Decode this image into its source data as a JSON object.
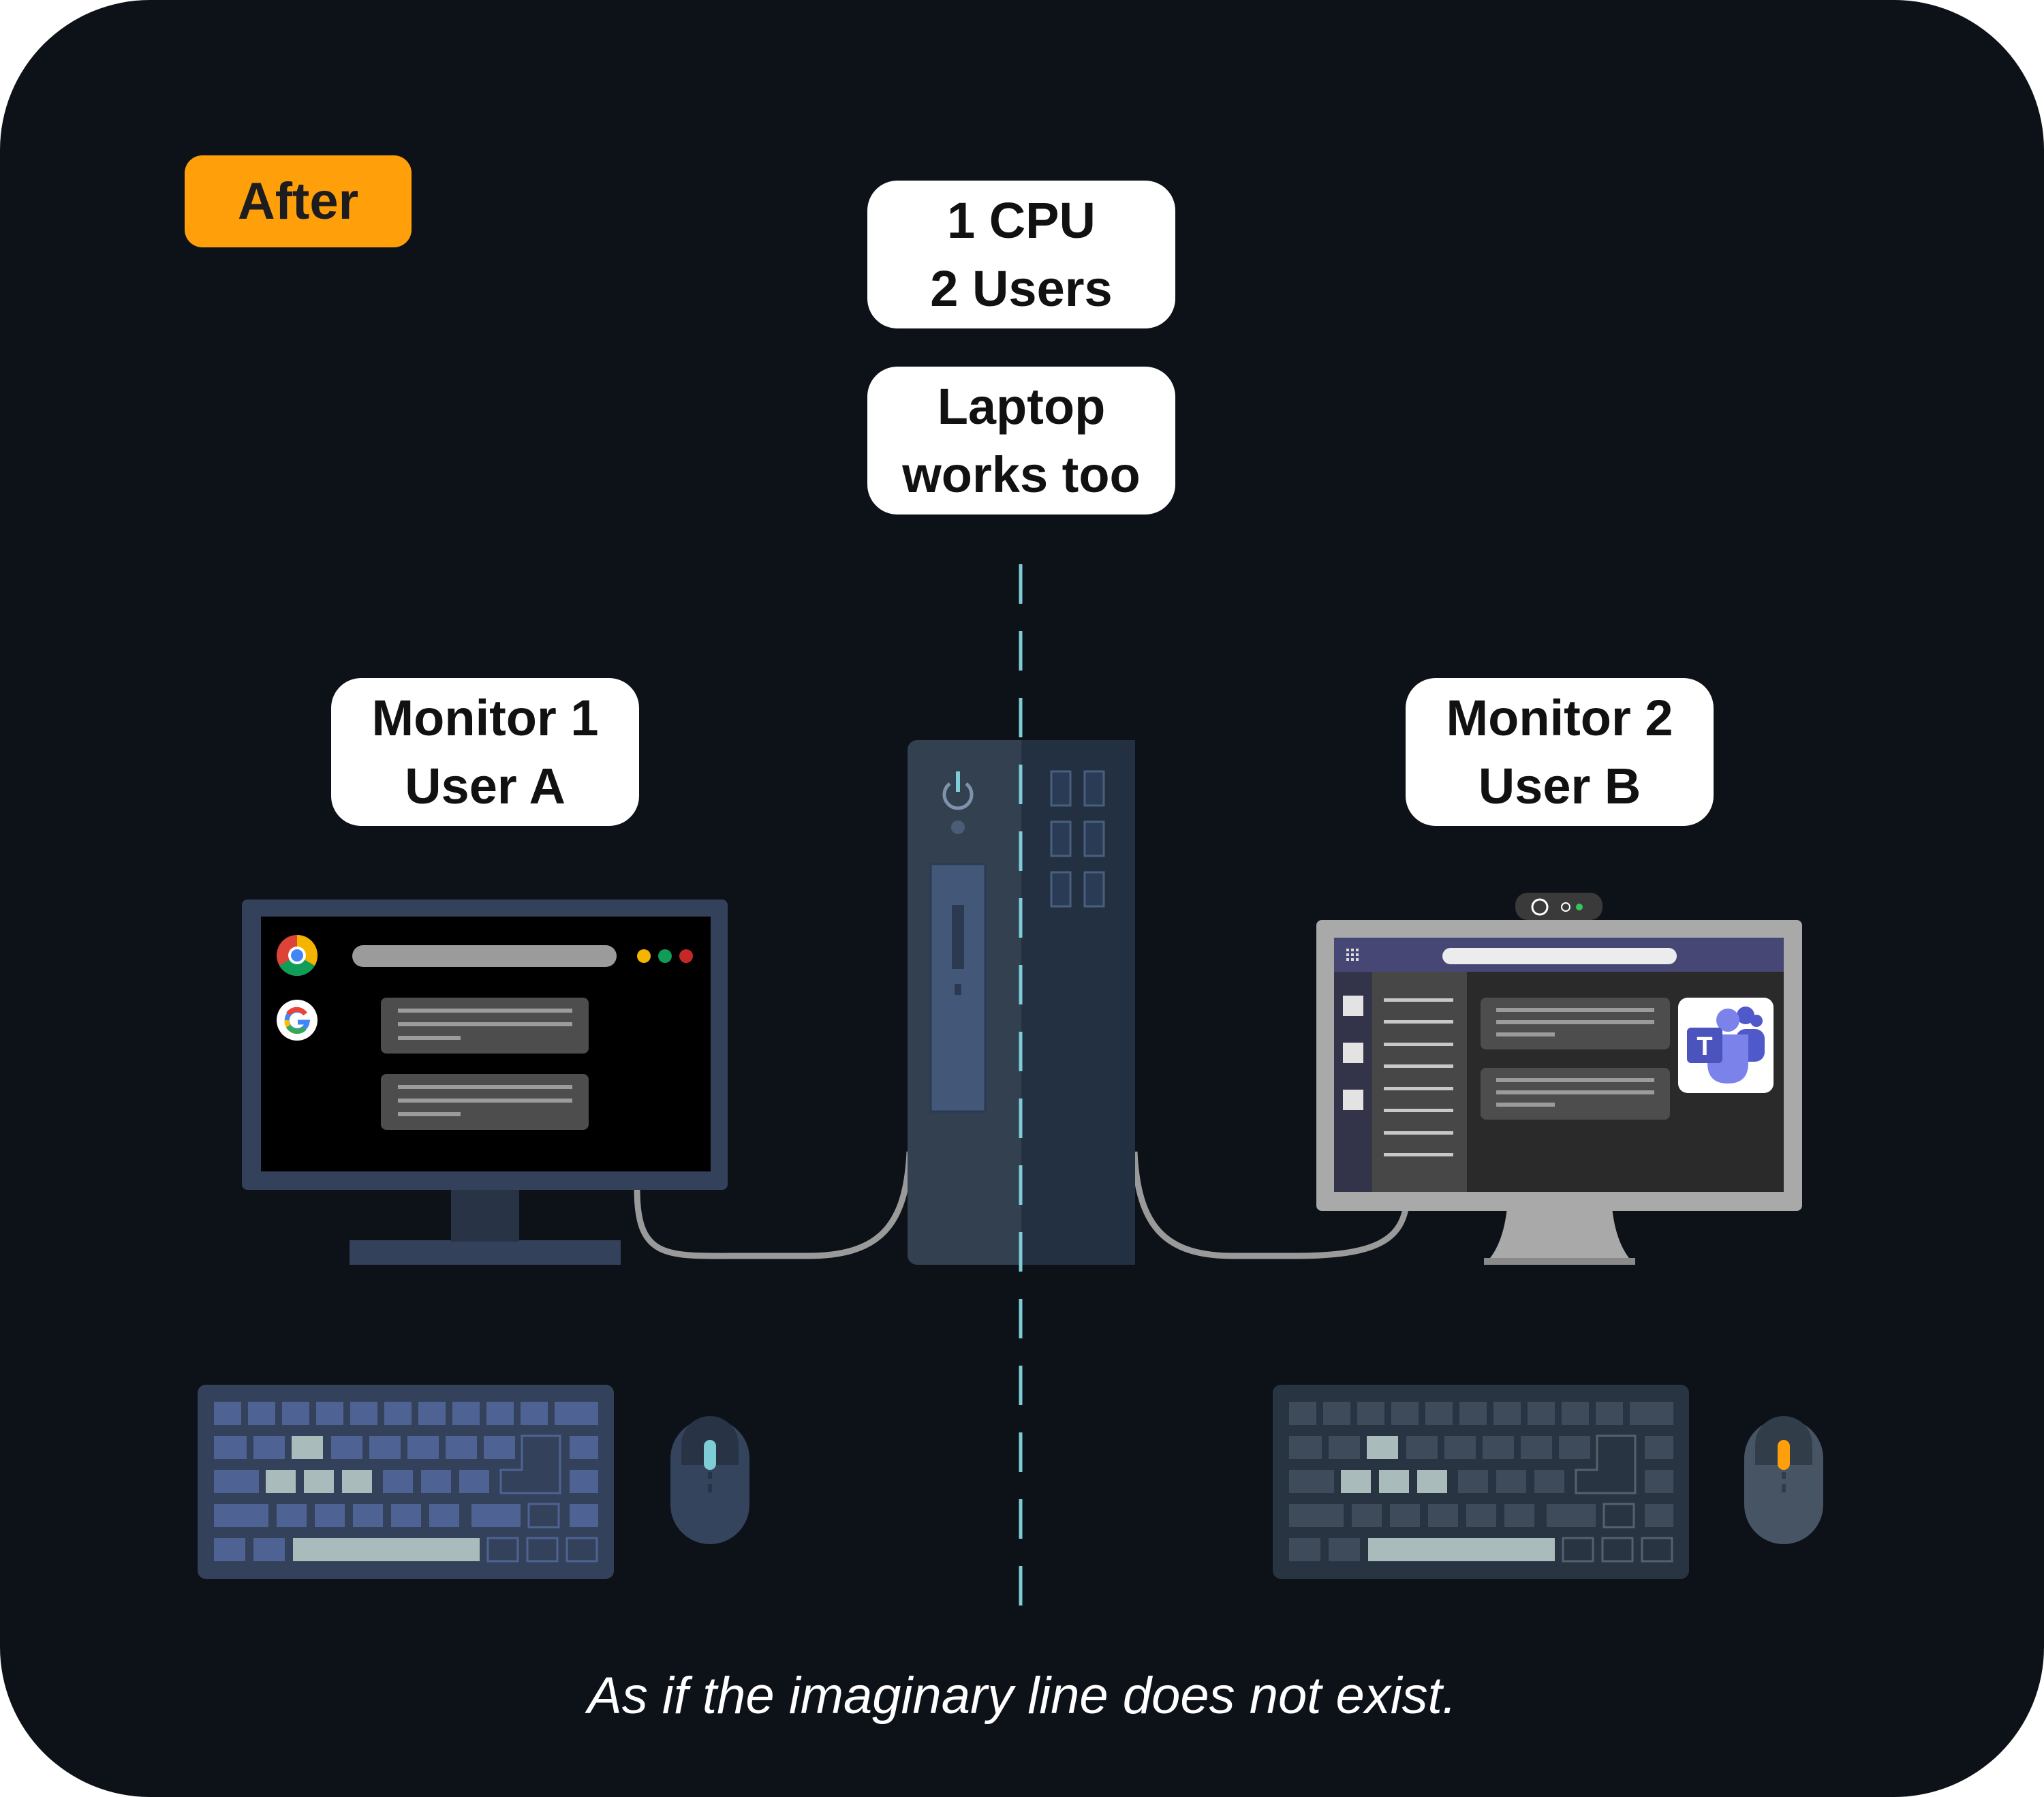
{
  "badge": {
    "label": "After",
    "color": "#ff9f0a"
  },
  "labels": {
    "cpu": {
      "line1": "1 CPU",
      "line2": "2 Users"
    },
    "laptop": {
      "line1": "Laptop",
      "line2": "works too"
    },
    "monitor1": {
      "line1": "Monitor 1",
      "line2": "User A"
    },
    "monitor2": {
      "line1": "Monitor 2",
      "line2": "User B"
    }
  },
  "caption": "As if the imaginary line does not exist.",
  "icons": {
    "browser_icon": "chrome-icon",
    "search_icon": "google-icon",
    "teams_icon": "teams-icon",
    "teams_letter": "T"
  },
  "colors": {
    "background": "#0d1118",
    "divider": "#7ecdd6",
    "user_a_mouse_accent": "#7ecdd6",
    "user_b_mouse_accent": "#ff9f0a"
  }
}
